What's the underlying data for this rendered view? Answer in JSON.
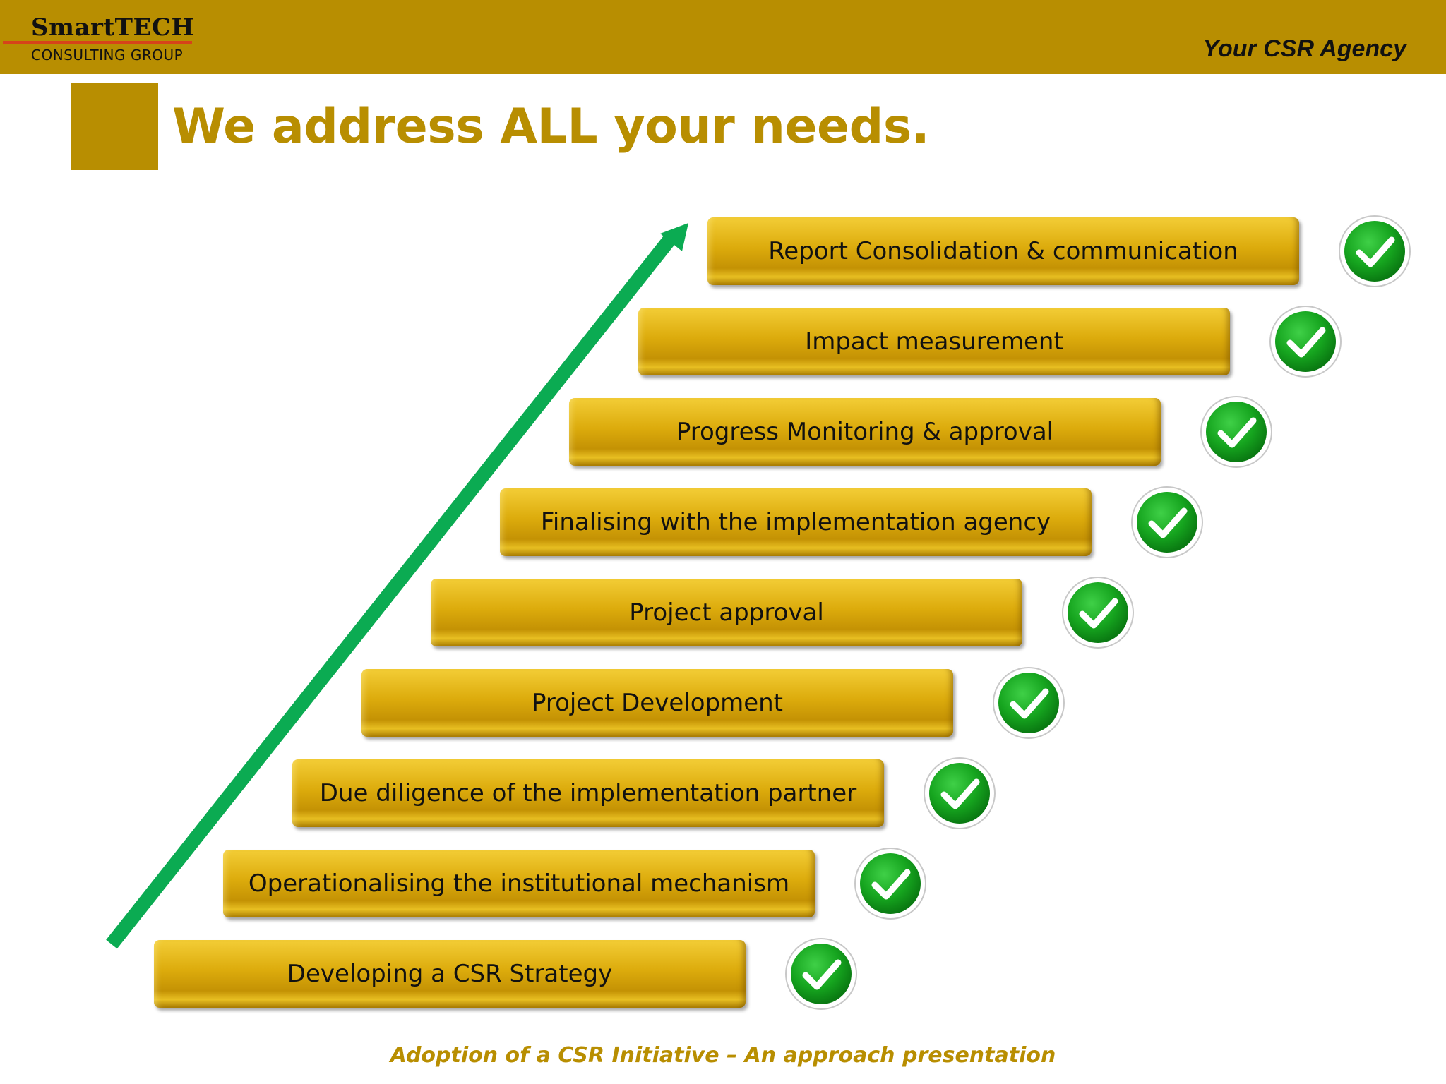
{
  "header": {
    "logo_main": "SmartTECH",
    "logo_sub": "CONSULTING GROUP",
    "tagline": "Your CSR Agency"
  },
  "title": "We address ALL your needs.",
  "steps": [
    "Developing a CSR Strategy",
    "Operationalising the institutional mechanism",
    "Due diligence of the implementation partner",
    "Project Development",
    "Project approval",
    "Finalising with the implementation agency",
    "Progress Monitoring & approval",
    "Impact measurement",
    "Report Consolidation & communication"
  ],
  "icons": {
    "step_status": "check-icon",
    "progress": "arrow-up-right-icon"
  },
  "colors": {
    "gold": "#b88e01",
    "check_green": "#119a1c",
    "arrow_green": "#0bab52"
  },
  "footer": "Adoption of a CSR Initiative – An approach presentation"
}
